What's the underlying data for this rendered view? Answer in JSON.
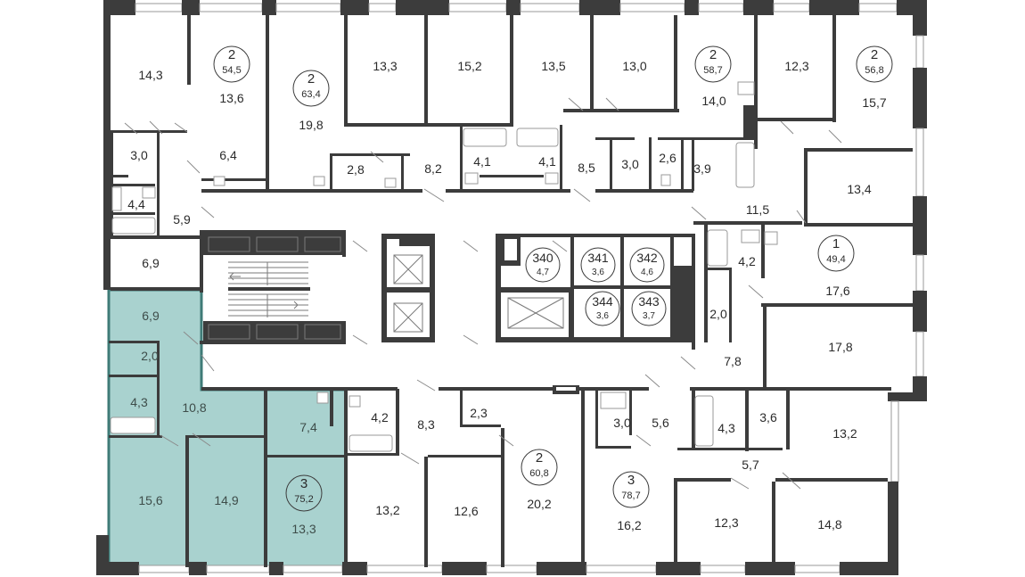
{
  "colors": {
    "wall": "#3c3c3c",
    "highlight_fill": "#a9d2cf",
    "highlight_stroke": "#3f7b77",
    "background": "#ffffff"
  },
  "apartments": [
    {
      "id": "a1",
      "rooms": "2",
      "area": "54,5"
    },
    {
      "id": "a2",
      "rooms": "2",
      "area": "63,4"
    },
    {
      "id": "a3",
      "rooms": "2",
      "area": "58,7"
    },
    {
      "id": "a4",
      "rooms": "2",
      "area": "56,8"
    },
    {
      "id": "a5",
      "rooms": "1",
      "area": "49,4"
    },
    {
      "id": "a6",
      "rooms": "2",
      "area": "60,8"
    },
    {
      "id": "a7",
      "rooms": "3",
      "area": "78,7"
    },
    {
      "id": "a8",
      "rooms": "3",
      "area": "75,2",
      "selected": true
    }
  ],
  "storage_rooms": [
    {
      "number": "340",
      "area": "4,7"
    },
    {
      "number": "341",
      "area": "3,6"
    },
    {
      "number": "342",
      "area": "4,6"
    },
    {
      "number": "344",
      "area": "3,6"
    },
    {
      "number": "343",
      "area": "3,7"
    }
  ],
  "room_areas": [
    "14,3",
    "13,6",
    "19,8",
    "13,3",
    "15,2",
    "13,5",
    "13,0",
    "14,0",
    "12,3",
    "15,7",
    "3,0",
    "6,4",
    "2,8",
    "8,2",
    "4,1",
    "4,1",
    "8,5",
    "3,0",
    "2,6",
    "3,9",
    "4,4",
    "5,9",
    "11,5",
    "13,4",
    "6,9",
    "4,2",
    "17,6",
    "2,0",
    "7,8",
    "17,8",
    "4,2",
    "8,3",
    "2,3",
    "3,0",
    "5,6",
    "4,3",
    "3,6",
    "13,2",
    "5,7",
    "13,2",
    "12,6",
    "20,2",
    "16,2",
    "12,3",
    "14,8"
  ],
  "selected_room_areas": [
    "6,9",
    "2,0",
    "4,3",
    "10,8",
    "7,4",
    "15,6",
    "14,9",
    "13,3"
  ]
}
